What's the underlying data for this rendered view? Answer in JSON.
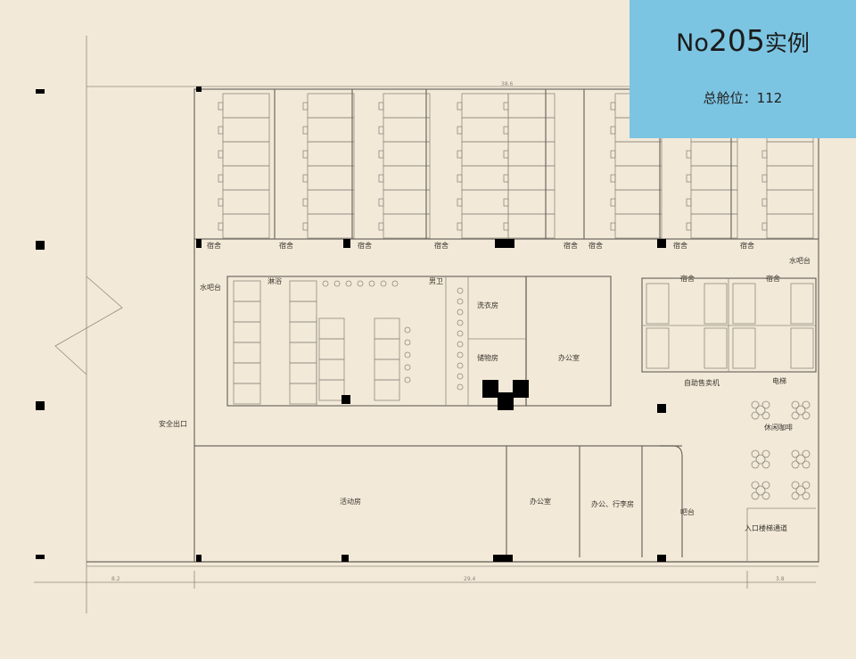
{
  "panel": {
    "prefix": "No",
    "number": "205",
    "suffix": "实例",
    "capacity_label": "总舱位：112"
  },
  "colors": {
    "background": "#f3e9d8",
    "panel": "#7cc5e2",
    "walls": "#6e6a62"
  },
  "rooms": {
    "dorm": "宿舍",
    "water_bar": "水吧台",
    "shower": "淋浴",
    "male_toilet": "男卫",
    "laundry": "洗衣房",
    "storage": "储物房",
    "office": "办公室",
    "vending": "自助售卖机",
    "elevator": "电梯",
    "cafe": "休闲咖啡",
    "exit": "安全出口",
    "activity": "活动房",
    "office2": "办公室",
    "office_luggage": "办公、行李房",
    "bar": "吧台",
    "entrance": "入口楼梯通道"
  },
  "dimensions": {
    "top": "38.6",
    "left": "8.2",
    "middle": "29.4",
    "right": "3.8"
  }
}
